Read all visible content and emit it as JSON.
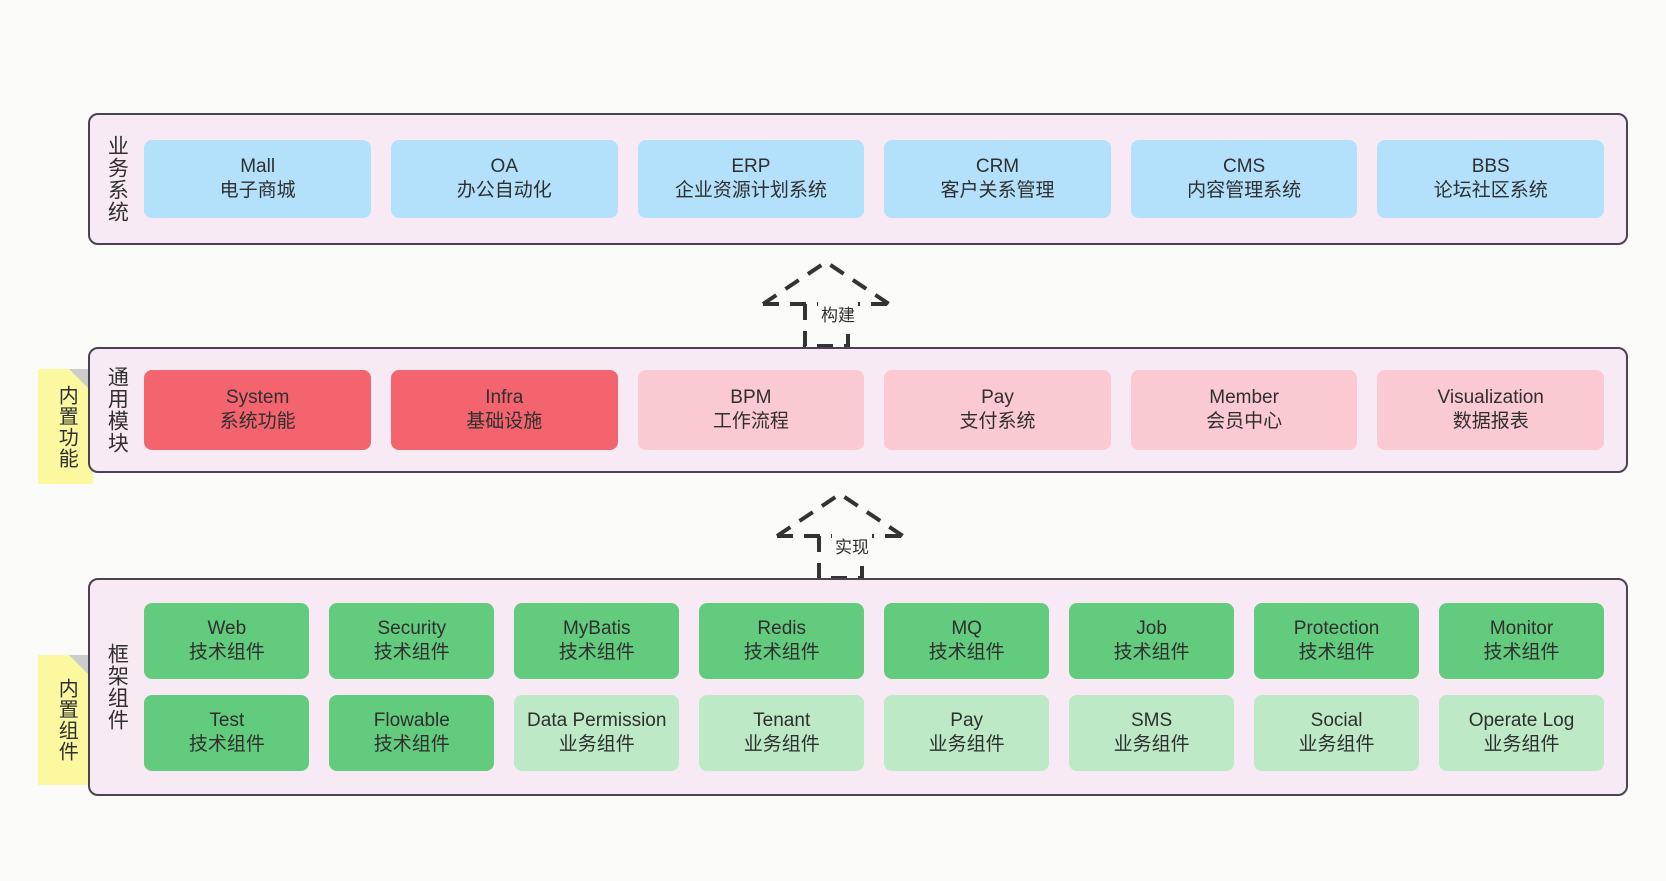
{
  "diagram": {
    "background": "#fafaf8",
    "panel_fill": "#f8eaf4",
    "panel_border": "#4a4352",
    "note_fill": "#fbf8a0",
    "colors": {
      "business": "#b3e0fb",
      "module_core": "#f4646e",
      "module_other": "#fbc9d2",
      "component_tech": "#63cb7d",
      "component_biz": "#bde9c6"
    }
  },
  "layers": {
    "business": {
      "title": "业务系统",
      "cards": [
        {
          "name": "Mall",
          "desc": "电子商城"
        },
        {
          "name": "OA",
          "desc": "办公自动化"
        },
        {
          "name": "ERP",
          "desc": "企业资源计划系统"
        },
        {
          "name": "CRM",
          "desc": "客户关系管理"
        },
        {
          "name": "CMS",
          "desc": "内容管理系统"
        },
        {
          "name": "BBS",
          "desc": "论坛社区系统"
        }
      ]
    },
    "modules": {
      "title": "通用模块",
      "note": "内置功能",
      "cards": [
        {
          "name": "System",
          "desc": "系统功能"
        },
        {
          "name": "Infra",
          "desc": "基础设施"
        },
        {
          "name": "BPM",
          "desc": "工作流程"
        },
        {
          "name": "Pay",
          "desc": "支付系统"
        },
        {
          "name": "Member",
          "desc": "会员中心"
        },
        {
          "name": "Visualization",
          "desc": "数据报表"
        }
      ]
    },
    "framework": {
      "title": "框架组件",
      "note": "内置组件",
      "row1": [
        {
          "name": "Web",
          "desc": "技术组件"
        },
        {
          "name": "Security",
          "desc": "技术组件"
        },
        {
          "name": "MyBatis",
          "desc": "技术组件"
        },
        {
          "name": "Redis",
          "desc": "技术组件"
        },
        {
          "name": "MQ",
          "desc": "技术组件"
        },
        {
          "name": "Job",
          "desc": "技术组件"
        },
        {
          "name": "Protection",
          "desc": "技术组件"
        },
        {
          "name": "Monitor",
          "desc": "技术组件"
        }
      ],
      "row2": [
        {
          "name": "Test",
          "desc": "技术组件"
        },
        {
          "name": "Flowable",
          "desc": "技术组件"
        },
        {
          "name": "Data Permission",
          "desc": "业务组件"
        },
        {
          "name": "Tenant",
          "desc": "业务组件"
        },
        {
          "name": "Pay",
          "desc": "业务组件"
        },
        {
          "name": "SMS",
          "desc": "业务组件"
        },
        {
          "name": "Social",
          "desc": "业务组件"
        },
        {
          "name": "Operate Log",
          "desc": "业务组件"
        }
      ]
    }
  },
  "connectors": [
    {
      "label": "构建"
    },
    {
      "label": "实现"
    }
  ]
}
